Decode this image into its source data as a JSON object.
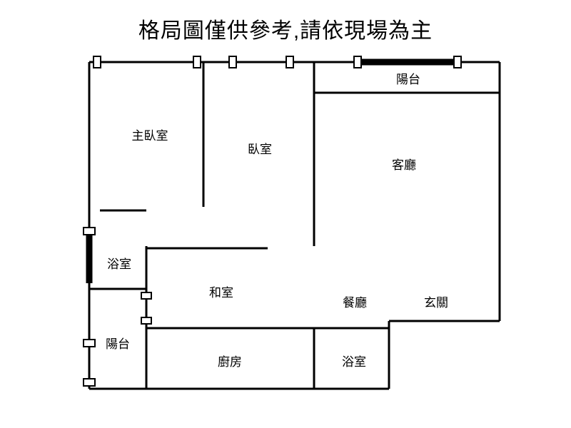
{
  "title": "格局圖僅供參考,請依現場為主",
  "rooms": [
    {
      "id": "master-bedroom",
      "label": "主臥室"
    },
    {
      "id": "bedroom",
      "label": "臥室"
    },
    {
      "id": "balcony-top",
      "label": "陽台"
    },
    {
      "id": "living-room",
      "label": "客廳"
    },
    {
      "id": "bathroom-upper",
      "label": "浴室"
    },
    {
      "id": "tatami-room",
      "label": "和室"
    },
    {
      "id": "dining-room",
      "label": "餐廳"
    },
    {
      "id": "foyer",
      "label": "玄關"
    },
    {
      "id": "balcony-bottom",
      "label": "陽台"
    },
    {
      "id": "kitchen",
      "label": "廚房"
    },
    {
      "id": "bathroom-lower",
      "label": "浴室"
    }
  ],
  "colors": {
    "wall": "#000000",
    "background": "#ffffff"
  }
}
